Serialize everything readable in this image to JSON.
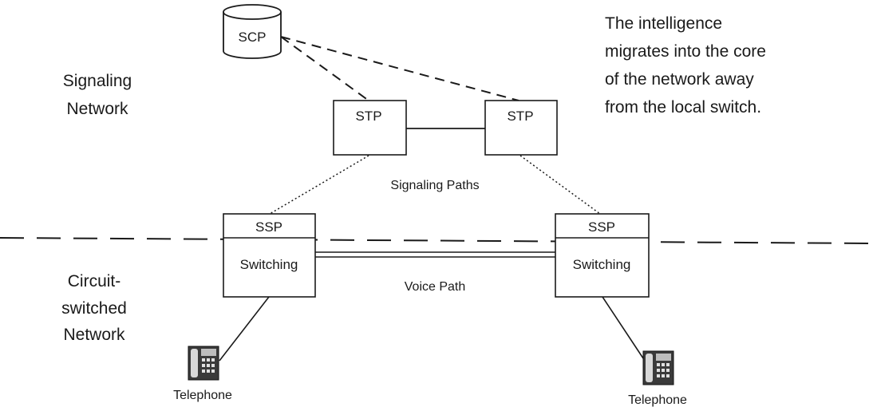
{
  "diagram": {
    "nodes": {
      "scp": "SCP",
      "stp_left": "STP",
      "stp_right": "STP",
      "ssp_left": "SSP",
      "switching_left": "Switching",
      "ssp_right": "SSP",
      "switching_right": "Switching",
      "telephone_left": "Telephone",
      "telephone_right": "Telephone"
    },
    "regions": {
      "signaling_network": [
        "Signaling",
        "Network"
      ],
      "circuit_switched_network": [
        "Circuit-",
        "switched",
        "Network"
      ]
    },
    "edge_labels": {
      "signaling_paths": "Signaling Paths",
      "voice_path": "Voice Path"
    },
    "annotation": [
      "The intelligence",
      "migrates into the core",
      "of the network away",
      "from the local switch."
    ]
  }
}
